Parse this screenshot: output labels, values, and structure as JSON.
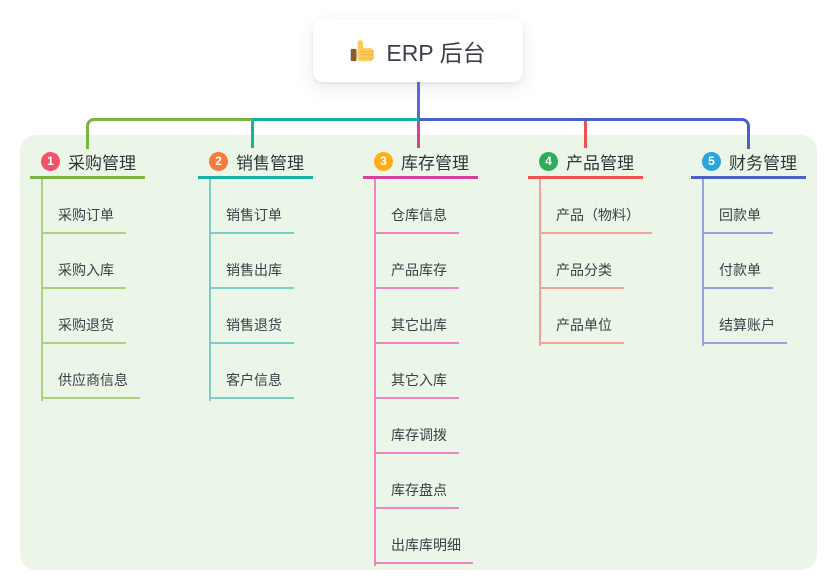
{
  "root": {
    "label": "ERP 后台",
    "icon": "thumbs-up"
  },
  "panel": {
    "bg": "#ebf6e8"
  },
  "connector_colors": {
    "root_stem": "#5a69d7"
  },
  "branches": [
    {
      "index": "1",
      "title": "采购管理",
      "colors": {
        "badge": "#f4516c",
        "line": "#7cb342",
        "child_line": "#abd37f"
      },
      "children": [
        "采购订单",
        "采购入库",
        "采购退货",
        "供应商信息"
      ]
    },
    {
      "index": "2",
      "title": "销售管理",
      "colors": {
        "badge": "#f8793b",
        "line": "#16b2a5",
        "child_line": "#79cfc6"
      },
      "children": [
        "销售订单",
        "销售出库",
        "销售退货",
        "客户信息"
      ]
    },
    {
      "index": "3",
      "title": "库存管理",
      "colors": {
        "badge": "#ffad1a",
        "line": "#d83f9d",
        "child_line": "#ee86c4"
      },
      "children": [
        "仓库信息",
        "产品库存",
        "其它出库",
        "其它入库",
        "库存调拨",
        "库存盘点",
        "出库库明细"
      ]
    },
    {
      "index": "4",
      "title": "产品管理",
      "colors": {
        "badge": "#2dad5e",
        "line": "#ee5351",
        "child_line": "#f3a19f"
      },
      "children": [
        "产品（物料）",
        "产品分类",
        "产品单位"
      ]
    },
    {
      "index": "5",
      "title": "财务管理",
      "colors": {
        "badge": "#2aa6df",
        "line": "#4a61c8",
        "child_line": "#95a4dc"
      },
      "children": [
        "回款单",
        "付款单",
        "结算账户"
      ]
    }
  ]
}
